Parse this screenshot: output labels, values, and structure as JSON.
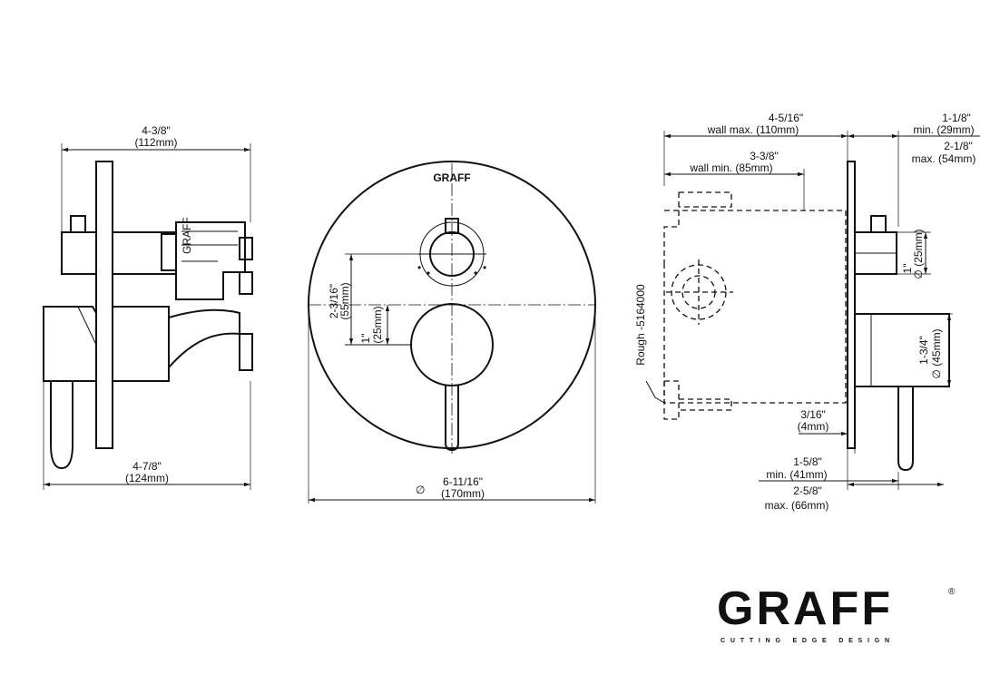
{
  "left_view": {
    "top_dim": "4-3/8\"",
    "top_dim_mm": "(112mm)",
    "bottom_dim": "4-7/8\"",
    "bottom_dim_mm": "(124mm)",
    "plate_logo": "GRAFF"
  },
  "front_view": {
    "brand_mark": "GRAFF",
    "dia_dim": "6-11/16\"",
    "dia_dim_mm": "(170mm)",
    "dia_symbol": "∅",
    "offset_dim": "2-3/16\"",
    "offset_dim_mm": "(55mm)",
    "knob_dim": "1\"",
    "knob_dim_mm": "(25mm)"
  },
  "right_view": {
    "wall_max_dim": "4-5/16\"",
    "wall_max_label": "wall max. (110mm)",
    "wall_min_dim": "3-3/8\"",
    "wall_min_label": "wall min. (85mm)",
    "top_min_dim": "1-1/8\"",
    "top_min_label": "min. (29mm)",
    "top_max_dim": "2-1/8\"",
    "top_max_label": "max. (54mm)",
    "small_knob_dim": "1\"",
    "small_knob_dim_mm": "∅ (25mm)",
    "lever_dim": "1-3/4\"",
    "lever_dim_mm": "∅ (45mm)",
    "plate_dim": "3/16\"",
    "plate_dim_mm": "(4mm)",
    "bottom_min_dim": "1-5/8\"",
    "bottom_min_label": "min. (41mm)",
    "bottom_max_dim": "2-5/8\"",
    "bottom_max_label": "max. (66mm)",
    "rough_label": "Rough -5164000"
  },
  "logo": {
    "wordmark": "GRAFF",
    "registered": "®",
    "tagline": "CUTTING EDGE DESIGN"
  }
}
